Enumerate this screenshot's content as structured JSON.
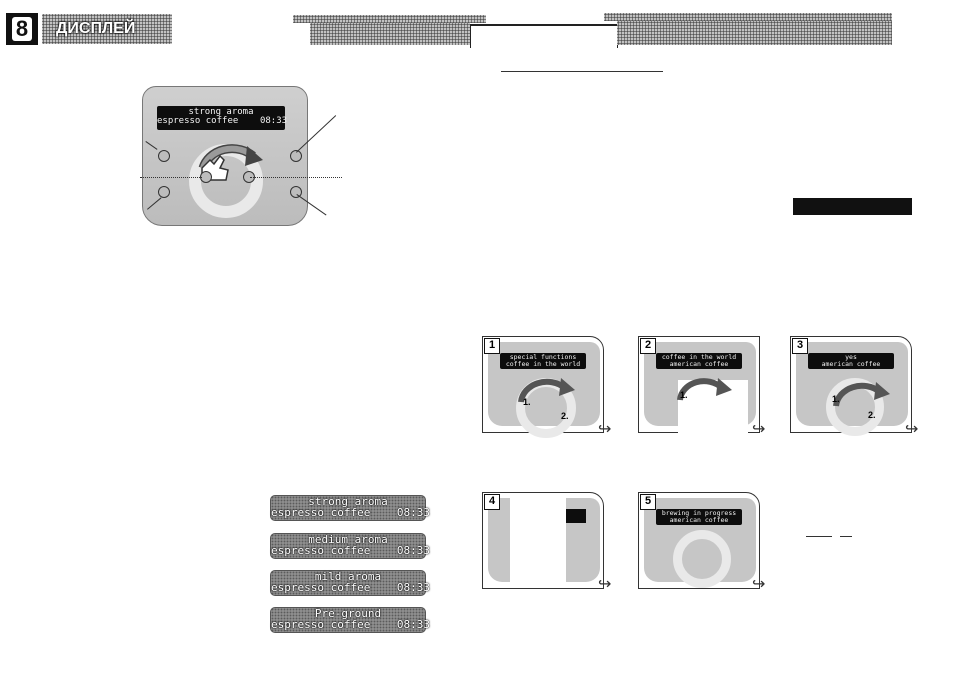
{
  "header": {
    "page_number": "8",
    "section_title": "ДИСПЛЕЙ"
  },
  "main_display": {
    "line1": "strong aroma",
    "line2": "espresso coffee    08:33"
  },
  "aroma_options": [
    {
      "line1": "strong aroma",
      "line2": "espresso coffee    08:33"
    },
    {
      "line1": "medium aroma",
      "line2": "espresso coffee    08:33"
    },
    {
      "line1": "mild aroma",
      "line2": "espresso coffee    08:33"
    },
    {
      "line1": "Pre-ground",
      "line2": "espresso coffee    08:33"
    }
  ],
  "steps": [
    {
      "number": "1",
      "line1": "special functions",
      "line2": "coffee in the world",
      "callouts": [
        "1.",
        "2."
      ]
    },
    {
      "number": "2",
      "line1": "coffee in the world",
      "line2": "american coffee",
      "callouts": [
        "1."
      ]
    },
    {
      "number": "3",
      "line1": "yes",
      "line2": "american coffee",
      "callouts": [
        "1.",
        "2."
      ]
    },
    {
      "number": "4",
      "line1": "",
      "line2": "",
      "callouts": []
    },
    {
      "number": "5",
      "line1": "brewing in progress",
      "line2": "american coffee",
      "callouts": []
    }
  ],
  "colors": {
    "panel": "#c6c6c6",
    "lcd_background": "#0d0d0d",
    "lcd_text": "#f2f2f2",
    "header_halftone": "#9a9a9a"
  },
  "icons": [
    "hand-pointer-icon",
    "rotate-arrow-icon",
    "next-page-arrow-icon"
  ]
}
